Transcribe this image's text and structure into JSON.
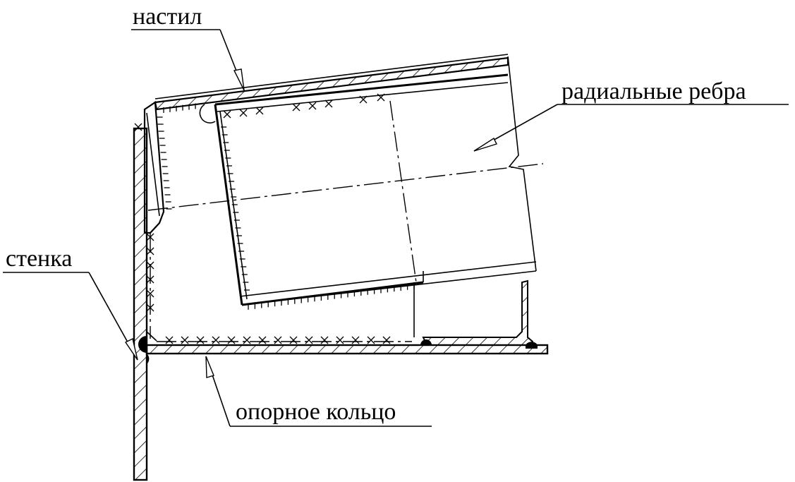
{
  "labels": {
    "deck": "настил",
    "radial_ribs": "радиальные ребра",
    "wall": "стенка",
    "support_ring": "опорное кольцо"
  },
  "colors": {
    "ink": "#000000",
    "paper": "#ffffff"
  }
}
